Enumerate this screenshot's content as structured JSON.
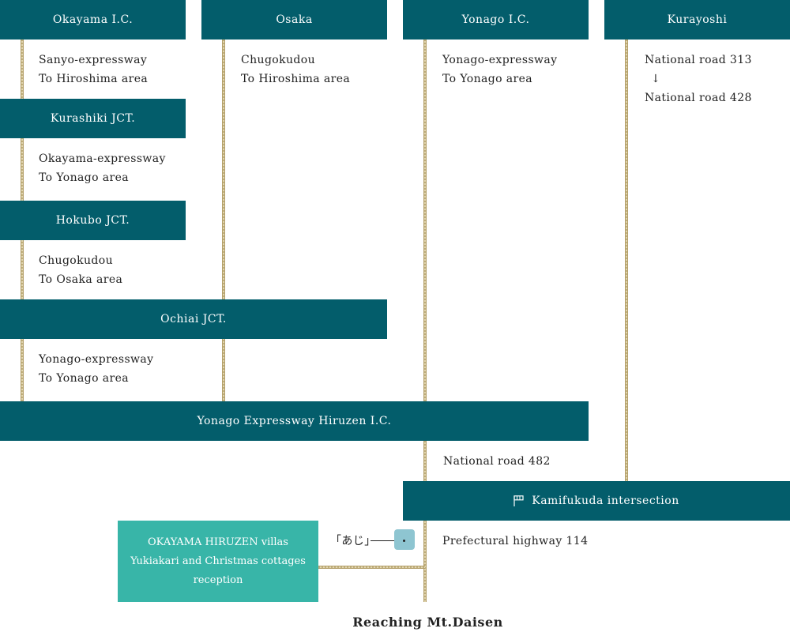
{
  "columns": {
    "okayama_ic": "Okayama I.C.",
    "osaka": "Osaka",
    "yonago_ic": "Yonago I.C.",
    "kurayoshi": "Kurayoshi"
  },
  "okayama_route": {
    "seg1_line1": "Sanyo-expressway",
    "seg1_line2": "To Hiroshima area",
    "kurashiki": "Kurashiki JCT.",
    "seg2_line1": "Okayama-expressway",
    "seg2_line2": "To Yonago area",
    "hokubo": "Hokubo JCT.",
    "seg3_line1": "Chugokudou",
    "seg3_line2": "To Osaka area"
  },
  "osaka_route": {
    "seg1_line1": "Chugokudou",
    "seg1_line2": "To Hiroshima area"
  },
  "ochiai": {
    "label": "Ochiai JCT.",
    "seg_line1": "Yonago-expressway",
    "seg_line2": "To Yonago area"
  },
  "yonago_route": {
    "seg1_line1": "Yonago-expressway",
    "seg1_line2": "To Yonago area"
  },
  "kurayoshi_route": {
    "line1": "National road 313",
    "arrow": "↓",
    "line2": "National road 428"
  },
  "hiruzen_ic": "Yonago Expressway Hiruzen I.C.",
  "national_482": "National road 482",
  "kamifukuda": {
    "icon": "flag-icon",
    "label": "Kamifukuda intersection"
  },
  "prefectural_114": "Prefectural highway 114",
  "aji_label": "「あじ」",
  "reception": {
    "line1": "OKAYAMA HIRUZEN villas",
    "line2": "Yukiakari and Christmas cottages",
    "line3": "reception"
  },
  "final": "Reaching Mt.Daisen",
  "colors": {
    "box": "#035d6b",
    "reception": "#38b5a8",
    "aji_marker": "#8ec5d1",
    "rail": "#c9b98a"
  }
}
